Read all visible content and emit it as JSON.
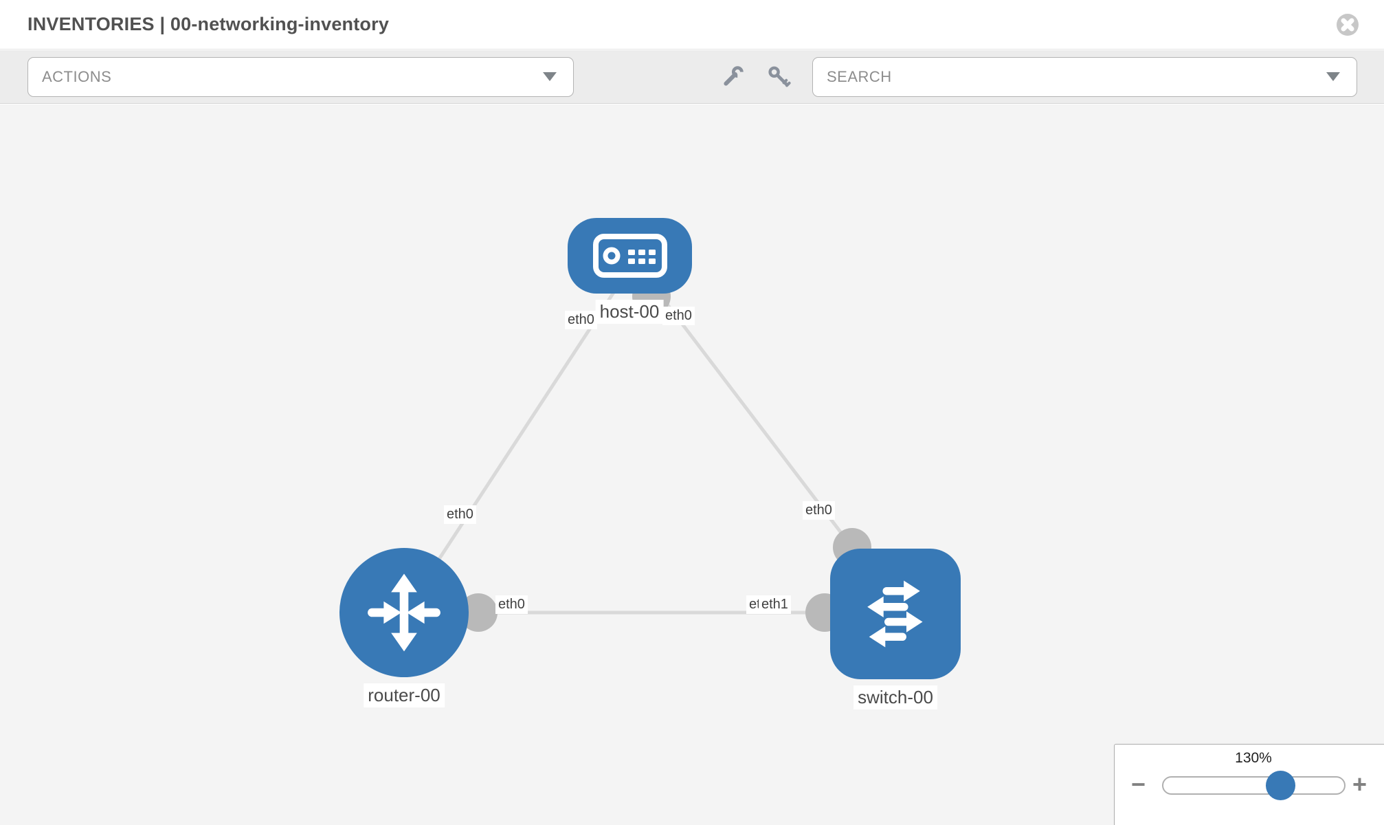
{
  "header": {
    "title": "INVENTORIES | 00-networking-inventory"
  },
  "toolbar": {
    "actions_label": "ACTIONS",
    "search_label": "SEARCH",
    "icons": {
      "wrench": "wrench-icon",
      "key": "key-icon",
      "caret": "caret-down-icon",
      "close": "circle-x-icon"
    }
  },
  "topology": {
    "nodes": {
      "host": {
        "label": "host-00",
        "type": "host"
      },
      "router": {
        "label": "router-00",
        "type": "router"
      },
      "switch": {
        "label": "switch-00",
        "type": "switch"
      }
    },
    "interfaces": {
      "host_left": "eth0",
      "host_right": "eth0",
      "router_top": "eth0",
      "switch_top": "eth0",
      "router_right": "eth0",
      "switch_left_back": "eth0",
      "switch_left_front": "eth1"
    },
    "links": [
      {
        "from": "host-00",
        "from_if": "eth0",
        "to": "router-00",
        "to_if": "eth0"
      },
      {
        "from": "host-00",
        "from_if": "eth0",
        "to": "switch-00",
        "to_if": "eth0"
      },
      {
        "from": "router-00",
        "from_if": "eth0",
        "to": "switch-00",
        "to_if": "eth1"
      }
    ]
  },
  "zoom_panel": {
    "percent": "130%",
    "minus": "−",
    "plus": "+"
  },
  "colors": {
    "node_blue": "#3879b6",
    "link_gray": "#d9d9d9",
    "iface_gray": "#b9b9b9",
    "toolbar_bg": "#ececec",
    "canvas_bg": "#f4f4f4"
  }
}
